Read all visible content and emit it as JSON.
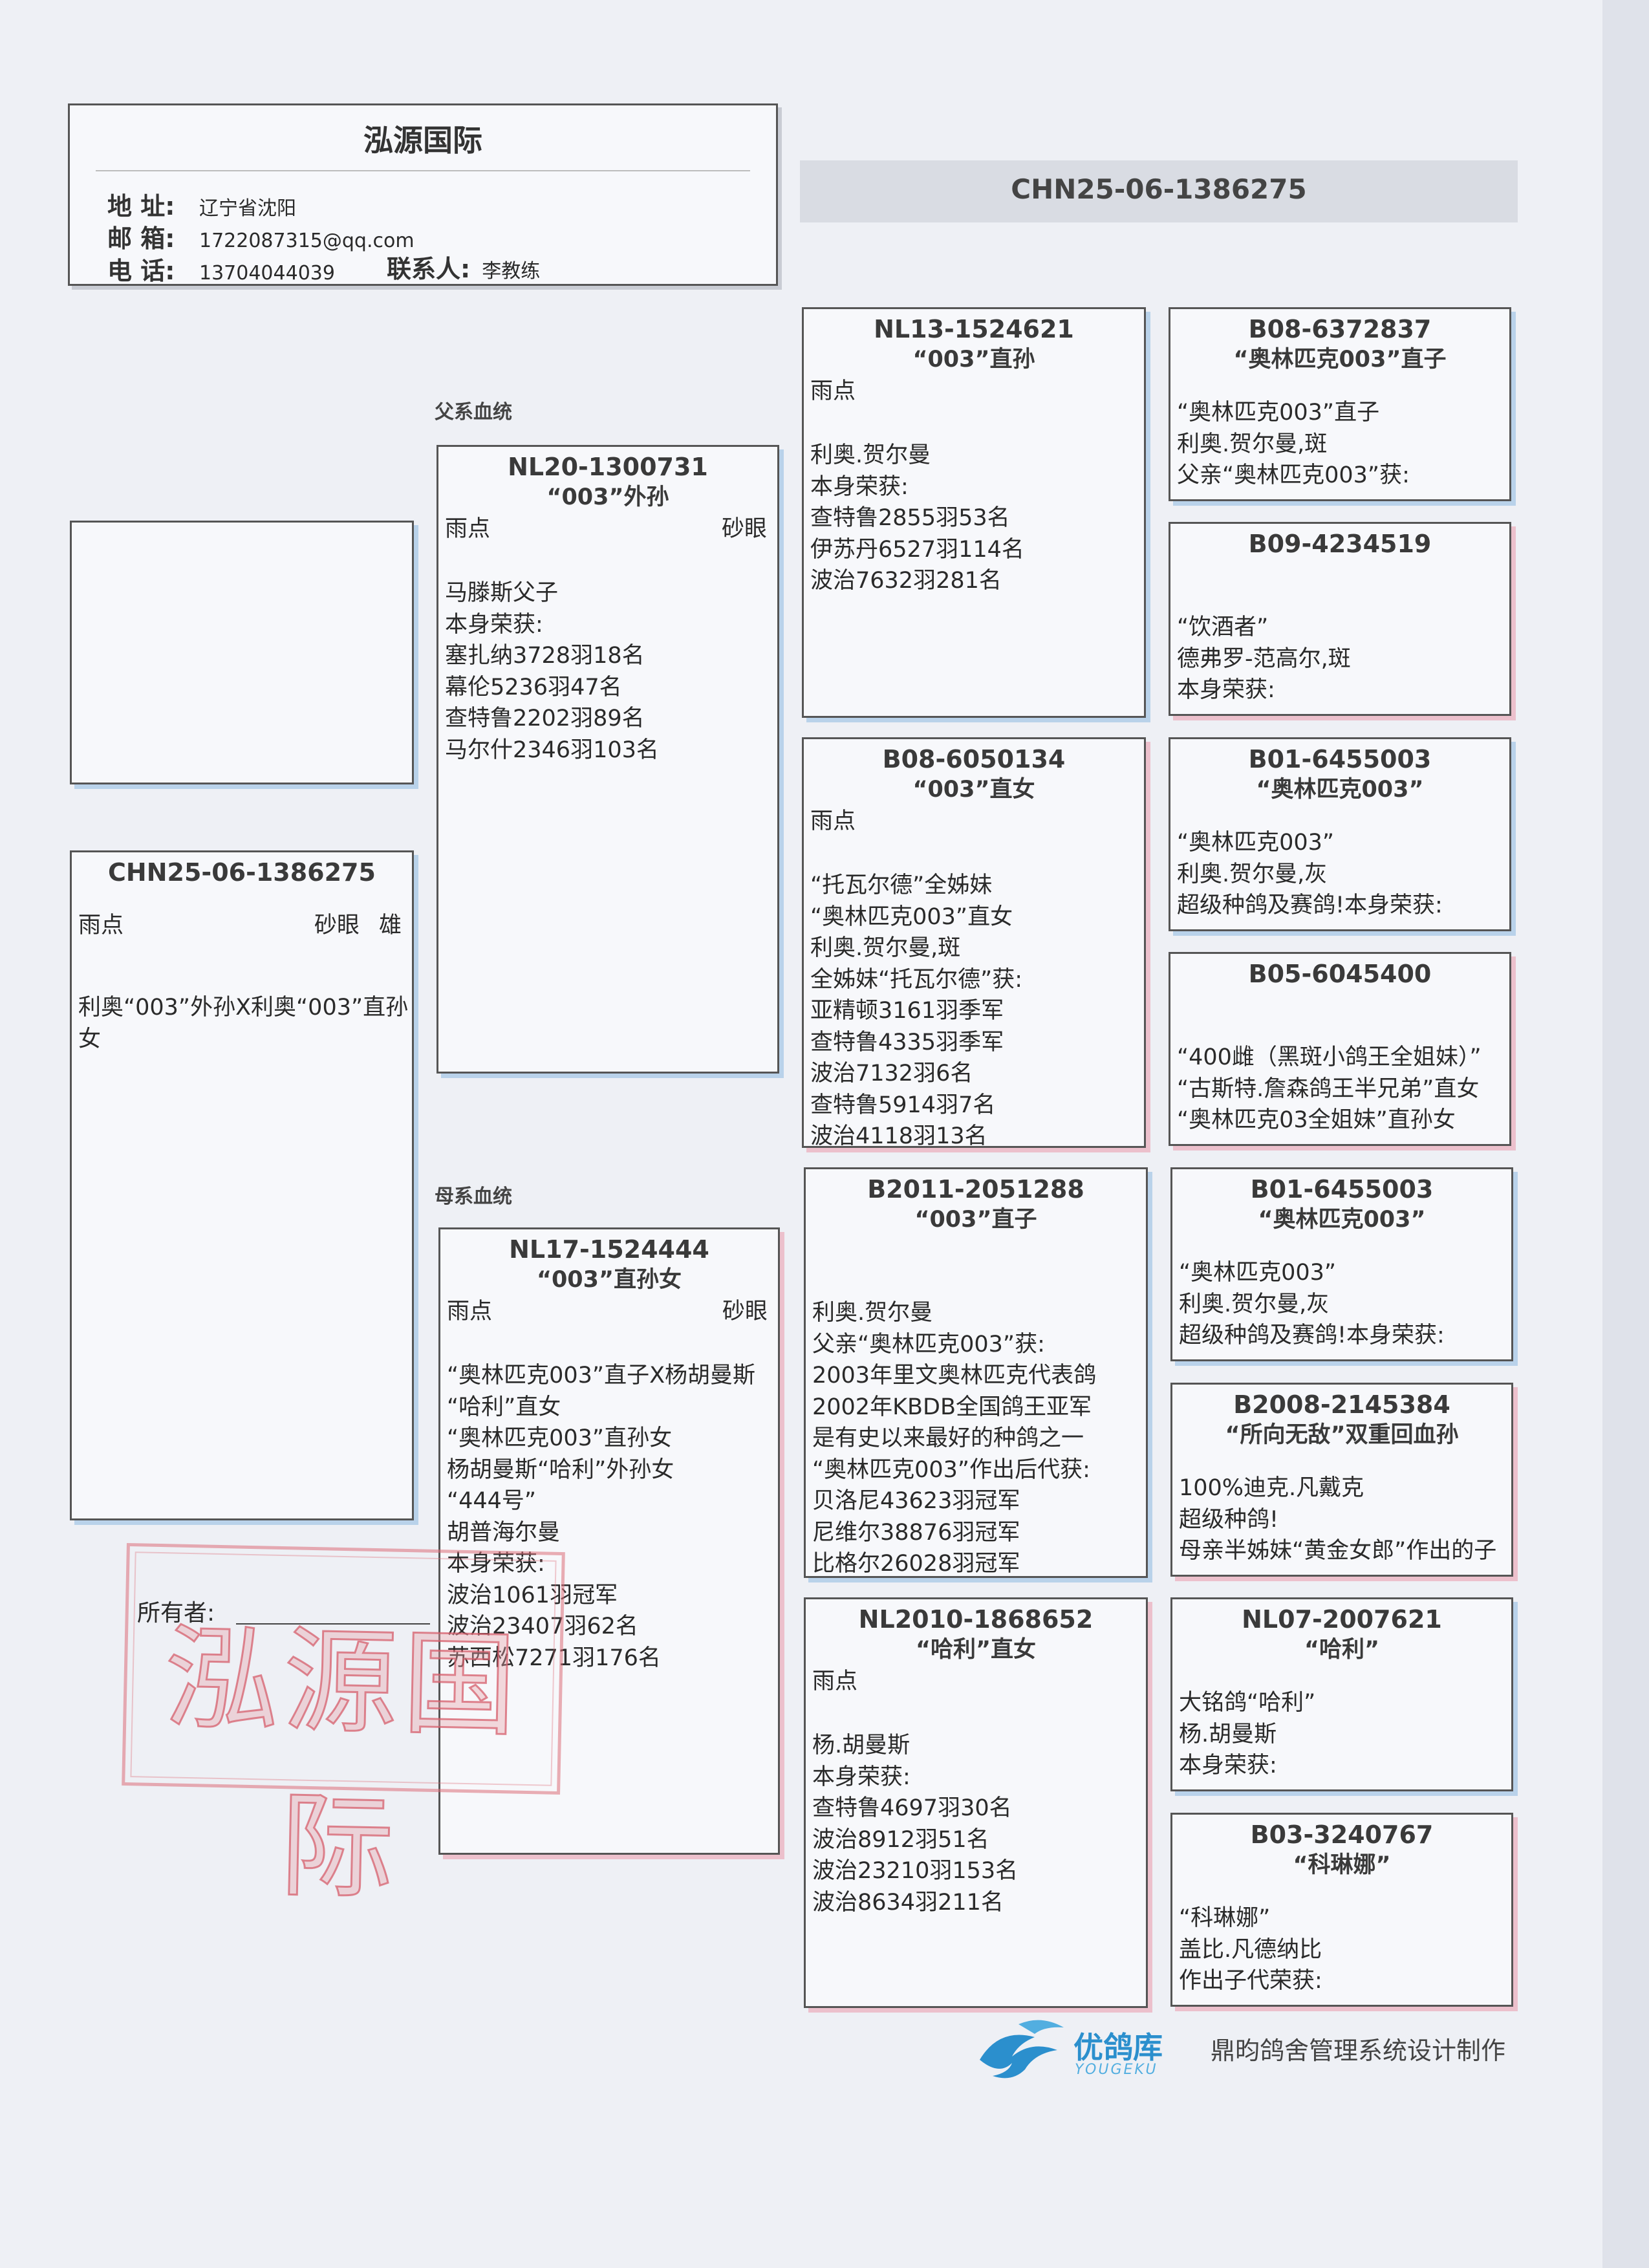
{
  "header": {
    "title": "泓源国际",
    "address_label": "地 址:",
    "address": "辽宁省沈阳",
    "email_label": "邮 箱:",
    "email": "1722087315@qq.com",
    "phone_label": "电 话:",
    "phone": "13704044039",
    "contact_label": "联系人:",
    "contact": "李教练"
  },
  "ring_bar": "CHN25-06-1386275",
  "sections": {
    "sire_line": "父系血统",
    "dam_line": "母系血统"
  },
  "subject": {
    "ring": "CHN25-06-1386275",
    "color": "雨点",
    "eye": "砂眼",
    "sex": "雄",
    "lines": [
      "利奥“003”外孙X利奥“003”直孙",
      "女"
    ]
  },
  "sire": {
    "ring": "NL20-1300731",
    "title": "“003”外孙",
    "color": "雨点",
    "eye": "砂眼",
    "lines": [
      "马滕斯父子",
      "本身荣获:",
      "塞扎纳3728羽18名",
      "幕伦5236羽47名",
      "查特鲁2202羽89名",
      "马尔什2346羽103名"
    ]
  },
  "dam": {
    "ring": "NL17-1524444",
    "title": "“003”直孙女",
    "color": "雨点",
    "eye": "砂眼",
    "lines": [
      "“奥林匹克003”直子X杨胡曼斯",
      "“哈利”直女",
      "“奥林匹克003”直孙女",
      "杨胡曼斯“哈利”外孙女",
      "“444号”",
      "胡普海尔曼",
      "本身荣获:",
      "波治1061羽冠军",
      "波治23407羽62名",
      "苏西松7271羽176名"
    ]
  },
  "sire_sire": {
    "ring": "NL13-1524621",
    "title": "“003”直孙",
    "color": "雨点",
    "lines": [
      "利奥.贺尔曼",
      "本身荣获:",
      "查特鲁2855羽53名",
      "伊苏丹6527羽114名",
      "波治7632羽281名"
    ]
  },
  "sire_dam": {
    "ring": "B08-6050134",
    "title": "“003”直女",
    "color": "雨点",
    "lines": [
      "“托瓦尔德”全姊妹",
      "“奥林匹克003”直女",
      "利奥.贺尔曼,斑",
      "全姊妹“托瓦尔德”获:",
      "亚精顿3161羽季军",
      "查特鲁4335羽季军",
      "波治7132羽6名",
      "查特鲁5914羽7名",
      "波治4118羽13名"
    ]
  },
  "dam_sire": {
    "ring": "B2011-2051288",
    "title": "“003”直子",
    "lines": [
      "利奥.贺尔曼",
      "父亲“奥林匹克003”获:",
      "2003年里文奥林匹克代表鸽",
      "2002年KBDB全国鸽王亚军",
      "是有史以来最好的种鸽之一",
      "“奥林匹克003”作出后代获:",
      "贝洛尼43623羽冠军",
      "尼维尔38876羽冠军",
      "比格尔26028羽冠军"
    ]
  },
  "dam_dam": {
    "ring": "NL2010-1868652",
    "title": "“哈利”直女",
    "color": "雨点",
    "lines": [
      "杨.胡曼斯",
      "本身荣获:",
      "查特鲁4697羽30名",
      "波治8912羽51名",
      "波治23210羽153名",
      "波治8634羽211名"
    ]
  },
  "ggp": [
    {
      "ring": "B08-6372837",
      "title": "“奥林匹克003”直子",
      "lines": [
        "“奥林匹克003”直子",
        "利奥.贺尔曼,斑",
        "父亲“奥林匹克003”获:"
      ]
    },
    {
      "ring": "B09-4234519",
      "title": "",
      "lines": [
        "“饮酒者”",
        "德弗罗-范高尔,斑",
        "本身荣获:"
      ]
    },
    {
      "ring": "B01-6455003",
      "title": "“奥林匹克003”",
      "lines": [
        "“奥林匹克003”",
        "利奥.贺尔曼,灰",
        "超级种鸽及赛鸽!本身荣获:"
      ]
    },
    {
      "ring": "B05-6045400",
      "title": "",
      "lines": [
        "“400雌（黑斑小鸽王全姐妹）”",
        "“古斯特.詹森鸽王半兄弟”直女",
        "“奥林匹克03全姐妹”直孙女"
      ]
    },
    {
      "ring": "B01-6455003",
      "title": "“奥林匹克003”",
      "lines": [
        "“奥林匹克003”",
        "利奥.贺尔曼,灰",
        "超级种鸽及赛鸽!本身荣获:"
      ]
    },
    {
      "ring": "B2008-2145384",
      "title": "“所向无敌”双重回血孙",
      "lines": [
        "100%迪克.凡戴克",
        "超级种鸽!",
        "母亲半姊妹“黄金女郎”作出的子"
      ]
    },
    {
      "ring": "NL07-2007621",
      "title": "“哈利”",
      "lines": [
        "大铭鸽“哈利”",
        "杨.胡曼斯",
        "本身荣获:"
      ]
    },
    {
      "ring": "B03-3240767",
      "title": "“科琳娜”",
      "lines": [
        "“科琳娜”",
        "盖比.凡德纳比",
        "作出子代荣获:"
      ]
    }
  ],
  "owner_label": "所有者:",
  "stamp_text": "泓源国际",
  "footer": {
    "brand": "优鸽库",
    "brand_en": "YOUGEKU",
    "credit": "鼎昀鸽舍管理系统设计制作"
  }
}
